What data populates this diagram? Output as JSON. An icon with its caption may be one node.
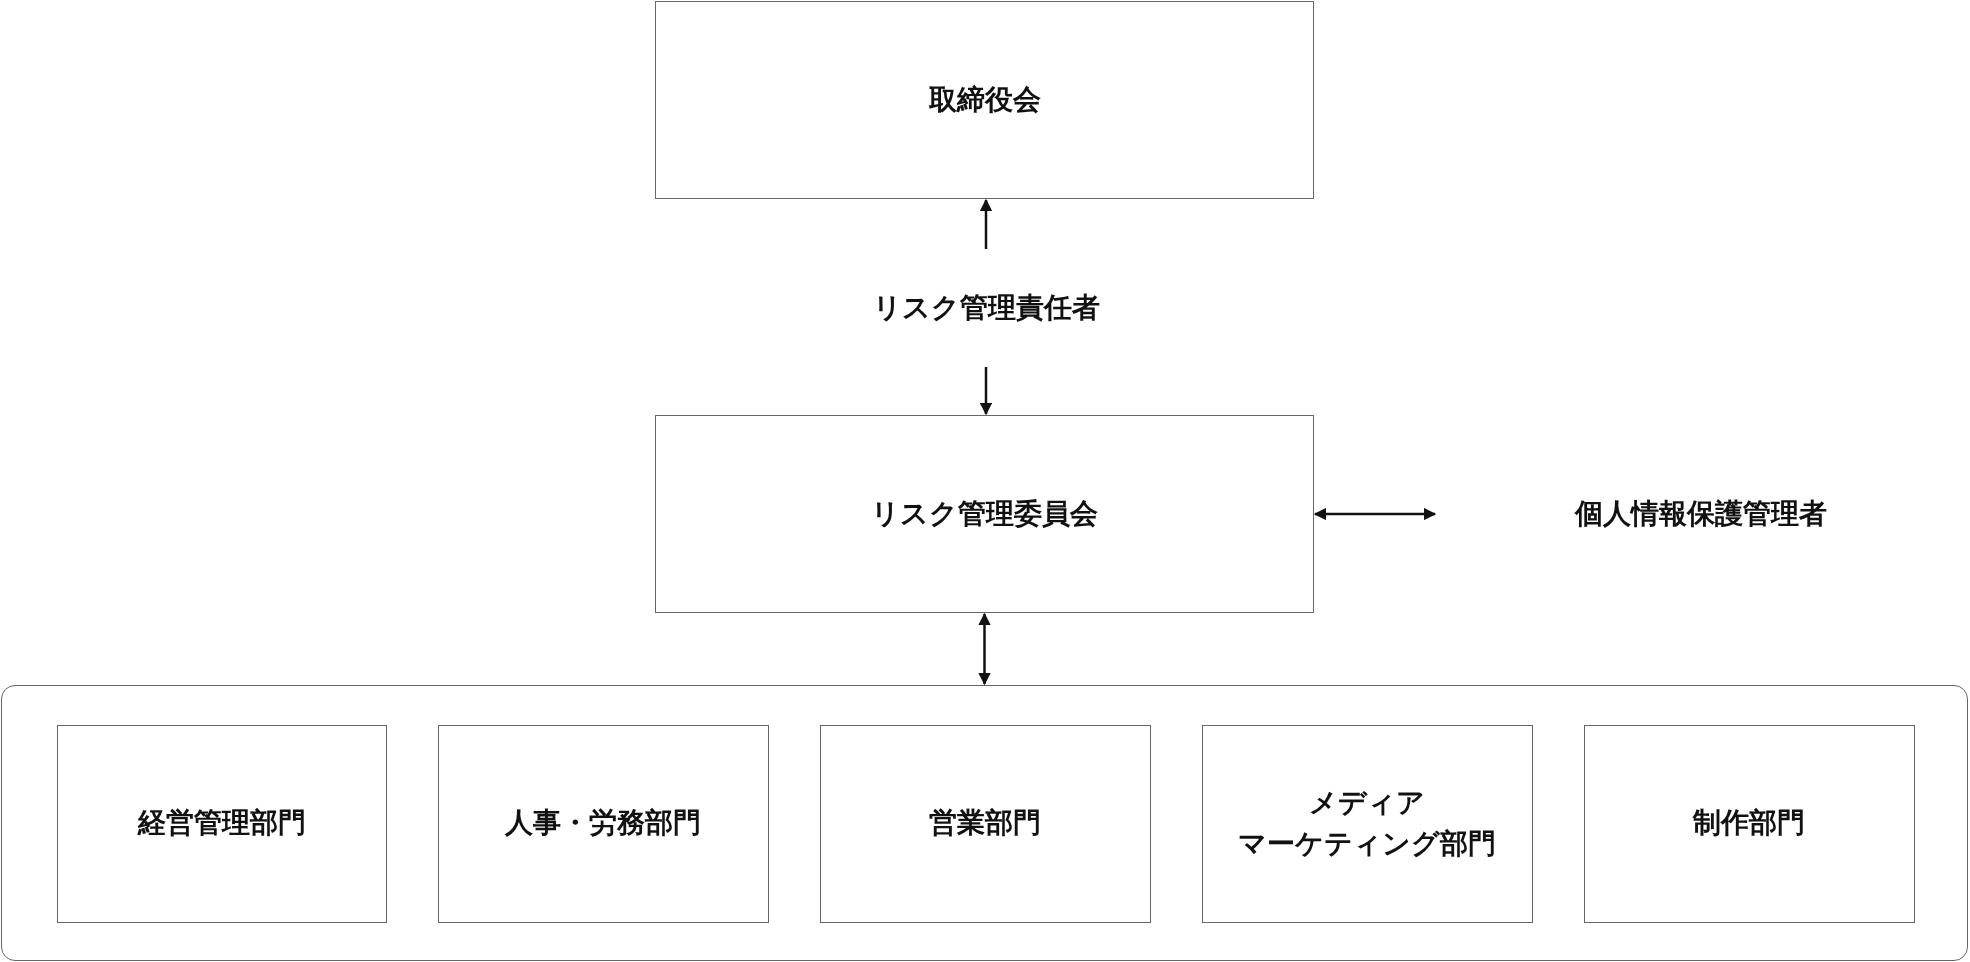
{
  "diagram": {
    "nodes": [
      {
        "text": [
          "取締役会"
        ]
      },
      {
        "text": [
          "リスク管理責任者"
        ]
      },
      {
        "text": [
          "リスク管理委員会"
        ]
      },
      {
        "text": [
          "個人情報保護管理者"
        ]
      },
      {
        "text": [],
        "shape": "box"
      },
      {
        "text": [
          "経営管理部門"
        ],
        "in": 4
      },
      {
        "text": [
          "人事・労務部門"
        ],
        "in": 4
      },
      {
        "text": [
          "営業部門"
        ],
        "in": 4
      },
      {
        "text": [
          "メディアマーケティング部門"
        ],
        "in": 4
      },
      {
        "text": [
          "制作部門"
        ],
        "in": 4
      }
    ],
    "edges": [
      {
        "from": 1,
        "to": 0,
        "arrow": "to"
      },
      {
        "from": 1,
        "to": 2,
        "arrow": "to"
      },
      {
        "from": 2,
        "to": 3,
        "arrow": "both"
      },
      {
        "from": 2,
        "to": 4,
        "arrow": "both"
      }
    ]
  }
}
